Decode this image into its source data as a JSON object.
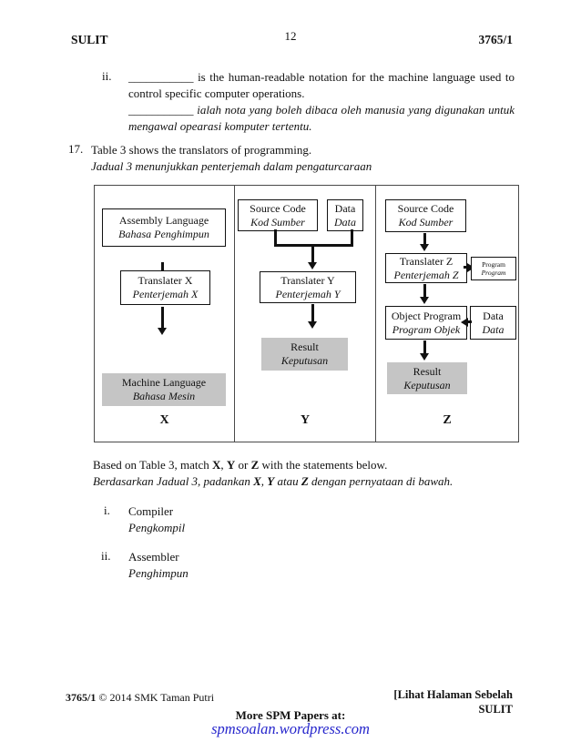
{
  "header": {
    "confidential": "SULIT",
    "page_number": "12",
    "paper_code": "3765/1"
  },
  "question_ii": {
    "num": "ii.",
    "en": "___________ is the human-readable notation for the machine language used to control specific computer operations.",
    "ms": "___________ ialah nota yang boleh dibaca oleh manusia yang digunakan untuk mengawal opearasi komputer tertentu."
  },
  "question_17": {
    "num": "17.",
    "en": "Table 3 shows the translators of programming.",
    "ms": "Jadual 3 menunjukkan penterjemah dalam pengaturcaraan"
  },
  "diagram": {
    "x": {
      "assembly_en": "Assembly Language",
      "assembly_ms": "Bahasa Penghimpun",
      "translator_en": "Translater X",
      "translator_ms": "Penterjemah X",
      "machine_en": "Machine Language",
      "machine_ms": "Bahasa Mesin",
      "label": "X"
    },
    "y": {
      "source_en": "Source Code",
      "source_ms": "Kod Sumber",
      "data_en": "Data",
      "data_ms": "Data",
      "translator_en": "Translater Y",
      "translator_ms": "Penterjemah Y",
      "result_en": "Result",
      "result_ms": "Keputusan",
      "label": "Y"
    },
    "z": {
      "source_en": "Source Code",
      "source_ms": "Kod Sumber",
      "translator_en": "Translater Z",
      "translator_ms": "Penterjemah Z",
      "program_en": "Program",
      "program_ms": "Program",
      "object_en": "Object Program",
      "object_ms": "Program Objek",
      "data_en": "Data",
      "data_ms": "Data",
      "result_en": "Result",
      "result_ms": "Keputusan",
      "label": "Z"
    }
  },
  "match": {
    "en_parts": [
      "Based on Table 3, match ",
      "X",
      ", ",
      "Y",
      " or ",
      "Z",
      " with the statements below."
    ],
    "ms_parts": [
      "Berdasarkan Jadual 3, padankan ",
      "X",
      ", ",
      "Y",
      " atau ",
      "Z",
      " dengan pernyataan di bawah."
    ]
  },
  "items": [
    {
      "num": "i.",
      "en": "Compiler",
      "ms": "Pengkompil"
    },
    {
      "num": "ii.",
      "en": "Assembler",
      "ms": "Penghimpun"
    }
  ],
  "footer": {
    "code": "3765/1",
    "copyright": " © 2014 SMK Taman Putri",
    "see_next": "[Lihat Halaman Sebelah",
    "confidential": "SULIT",
    "more_papers": "More SPM Papers at:",
    "link": "spmsoalan.wordpress.com"
  },
  "colors": {
    "gray_box": "#c5c5c5",
    "link_blue": "#2626cc",
    "table_border": "#4a4a4a"
  }
}
